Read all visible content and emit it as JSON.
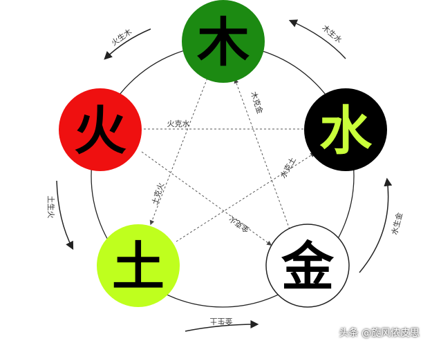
{
  "elements": {
    "wood": {
      "char": "木",
      "fill": "#1c8a12",
      "text_color": "#000000"
    },
    "fire": {
      "char": "火",
      "fill": "#ef1010",
      "text_color": "#000000"
    },
    "water": {
      "char": "水",
      "fill": "#000000",
      "text_color": "#c9ff3a"
    },
    "earth": {
      "char": "土",
      "fill": "#bfff1e",
      "text_color": "#000000"
    },
    "metal": {
      "char": "金",
      "fill": "#ffffff",
      "text_color": "#000000"
    }
  },
  "generating": {
    "wood_fire": "火生木",
    "water_wood": "木生水",
    "fire_earth": "土生火",
    "metal_water": "水生金",
    "earth_metal": "金生土"
  },
  "overcoming": {
    "fire_water": "火克水",
    "wood_metal": "木克金",
    "water_earth": "水克土",
    "earth_fire": "土克火",
    "metal_fire": "金克火"
  },
  "watermark": "头条 @旋风侬皮思"
}
